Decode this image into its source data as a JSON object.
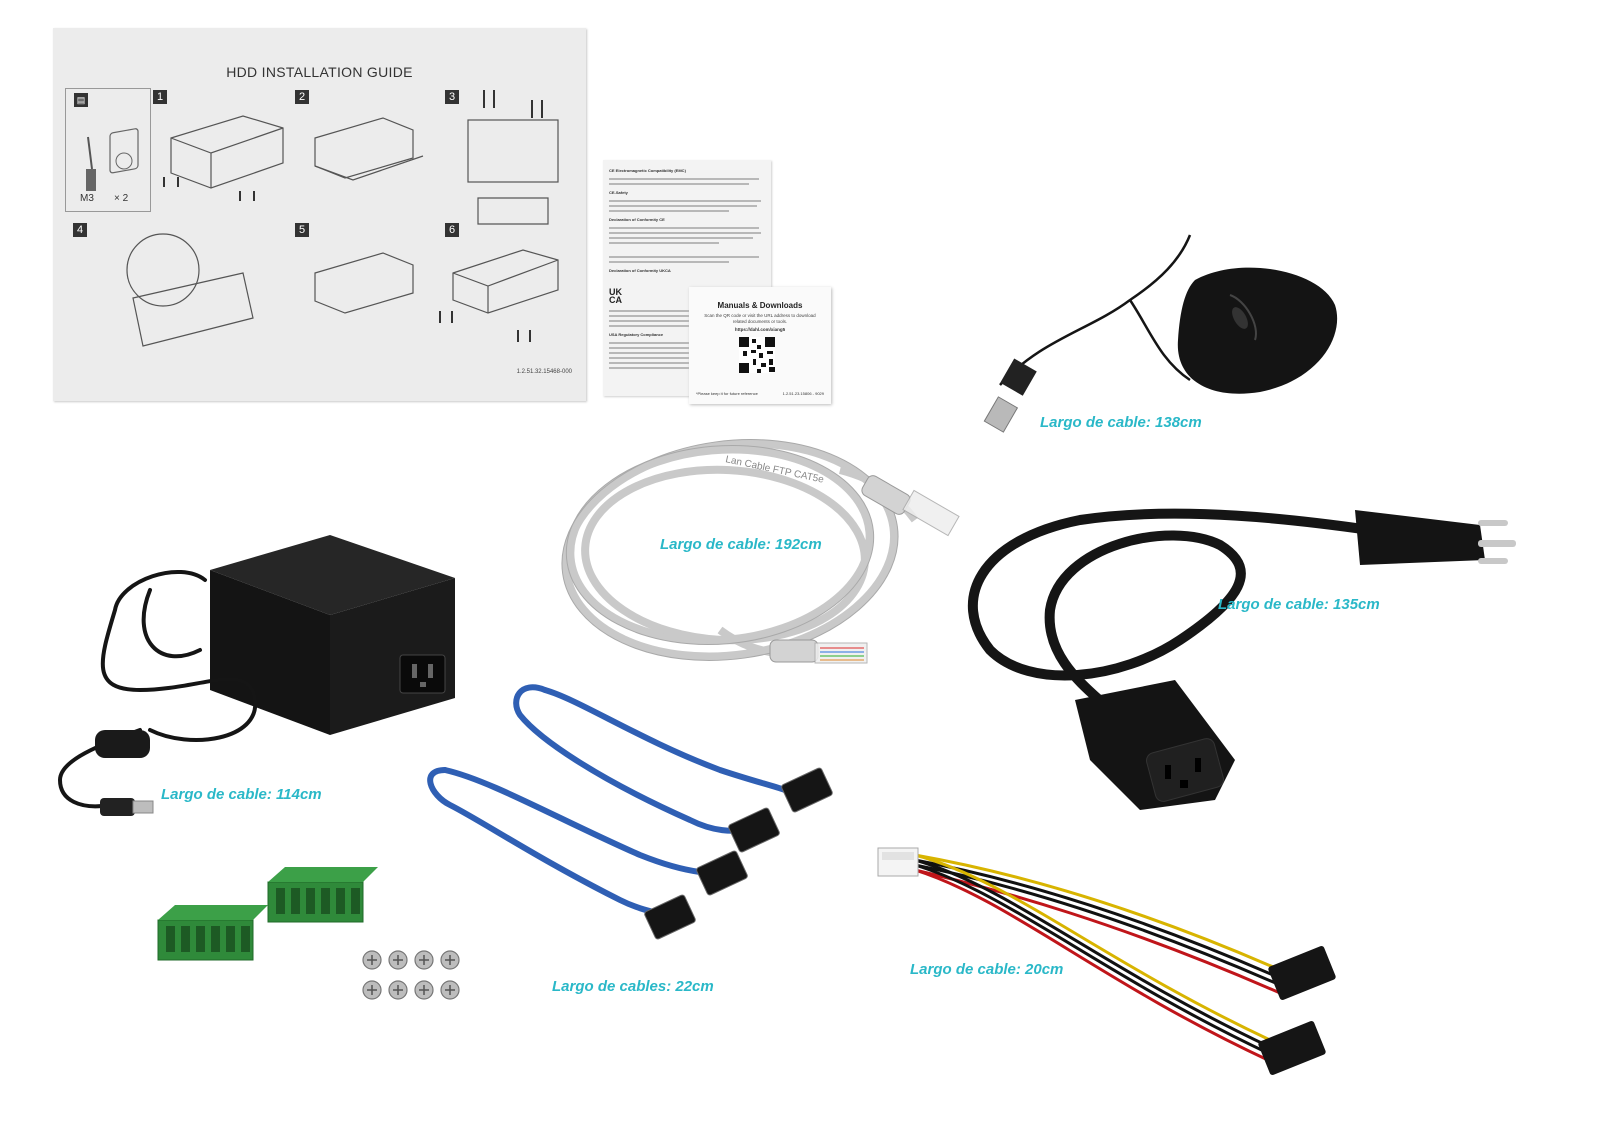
{
  "colors": {
    "label": "#2ab8c8",
    "cable_gray": "#c9c9c9",
    "sata_blue": "#2f5fb4",
    "terminal_green": "#2f8a3a",
    "black": "#151515"
  },
  "guide": {
    "title": "HDD INSTALLATION GUIDE",
    "steps": [
      "1",
      "2",
      "3",
      "4",
      "5",
      "6"
    ],
    "screw_label": "M3",
    "qty_label": "× 2",
    "doc_number": "1.2.51.32.15468-000",
    "cart_icon": "cart-icon"
  },
  "compliance_sheet": {
    "headings": [
      "CE Electromagnetic Compatibility (EMC)",
      "CE-Safety",
      "Declaration of Conformity CE",
      "Declaration of Conformity UKCA",
      "USA Regulatory Compliance"
    ],
    "ukca_mark": "UK CA"
  },
  "manual_card": {
    "title": "Manuals & Downloads",
    "text": "Scan the QR code or visit the URL address to download related documents or tools.",
    "url": "https://dahl.com/xiang5",
    "footer_left": "*Please keep it for future reference",
    "footer_right": "1.2.51.23.15806 - 9029"
  },
  "lan_cable": {
    "print": "Lan Cable FTP CAT5e"
  },
  "labels": {
    "mouse": "Largo de cable: 138cm",
    "lan": "Largo de cable: 192cm",
    "power_cord": "Largo de cable: 135cm",
    "adapter": "Largo de cable: 114cm",
    "sata": "Largo de cables: 22cm",
    "power_splitter": "Largo de cable: 20cm"
  }
}
